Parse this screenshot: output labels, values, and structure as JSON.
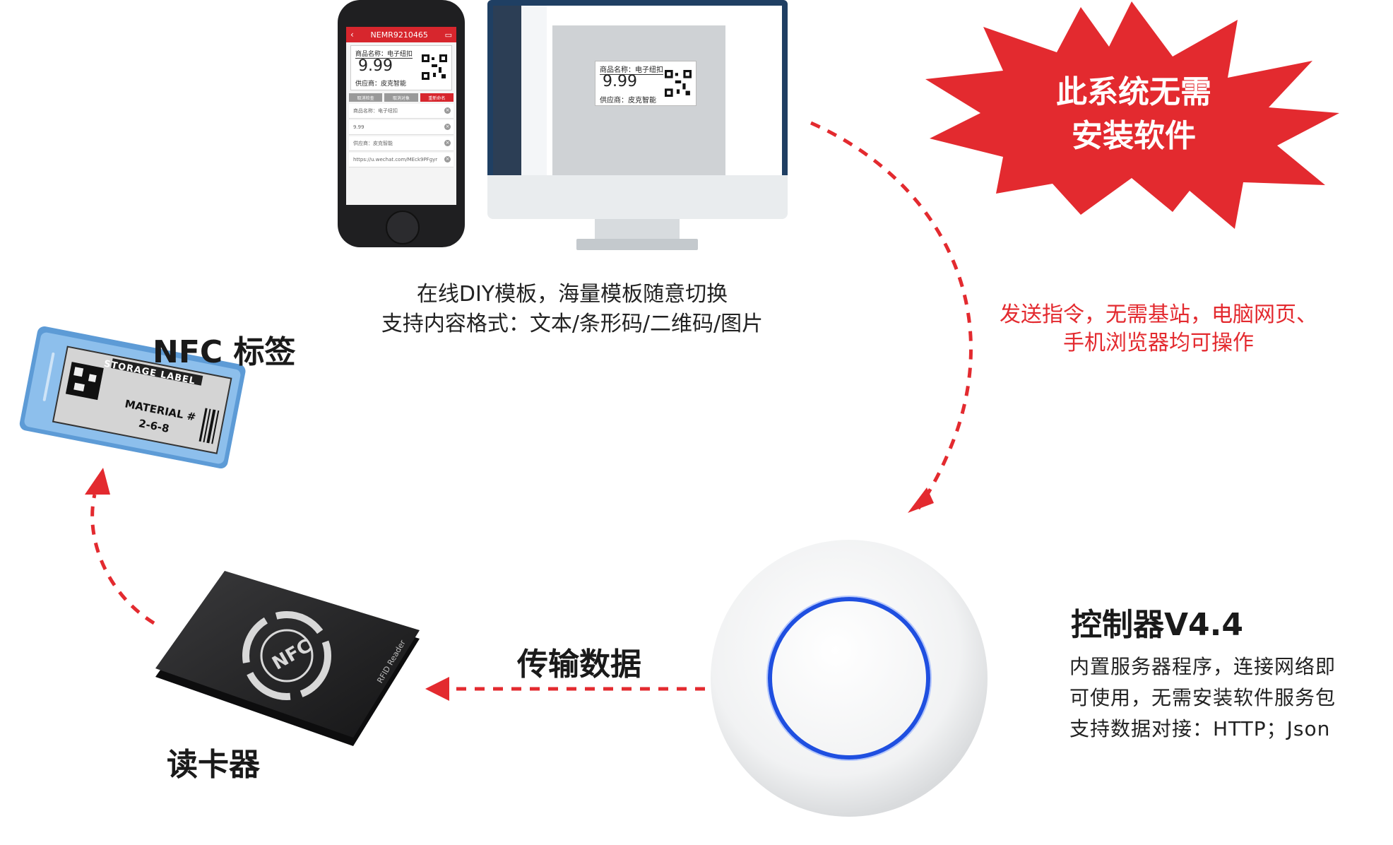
{
  "starburst": {
    "line1": "此系统无需",
    "line2": "安装软件",
    "color": "#e32a2f"
  },
  "phone": {
    "header_title": "NEMR9210465",
    "label": {
      "name": "商品名称：电子纽扣",
      "price": "9.99",
      "supplier": "供应商：皮克智能"
    },
    "buttons": [
      "取消检查",
      "取消对象",
      "重新命名"
    ],
    "fields": [
      "商品名称：电子纽扣",
      "9.99",
      "供应商：皮克智能",
      "https://u.wechat.com/MEck9PFgyr"
    ]
  },
  "monitor": {
    "label": {
      "name": "商品名称：电子纽扣",
      "price": "9.99",
      "supplier": "供应商：皮克智能"
    }
  },
  "caption_templates": {
    "line1": "在线DIY模板，海量模板随意切换",
    "line2": "支持内容格式：文本/条形码/二维码/图片"
  },
  "caption_command": {
    "line1": "发送指令，无需基站，电脑网页、",
    "line2": "手机浏览器均可操作"
  },
  "nfc_tag": {
    "title": "NFC 标签",
    "header": "STORAGE LABEL",
    "material": "MATERIAL #",
    "code": "2-6-8"
  },
  "reader": {
    "title": "读卡器",
    "logo": "NFC",
    "side_text": "RFID Reader"
  },
  "transfer": {
    "label": "传输数据"
  },
  "controller": {
    "title": "控制器V4.4",
    "desc1": "内置服务器程序，连接网络即",
    "desc2": "可使用，无需安装软件服务包",
    "desc3": "支持数据对接：HTTP；Json",
    "ring_color": "#1f4fe0"
  },
  "arrow_color": "#e32a2f"
}
